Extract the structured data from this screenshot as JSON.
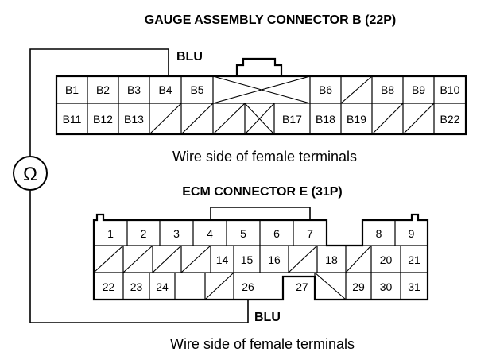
{
  "title_b": "GAUGE ASSEMBLY CONNECTOR B (22P)",
  "title_e": "ECM CONNECTOR E (31P)",
  "wire_label_top": "BLU",
  "wire_label_bottom": "BLU",
  "caption_b": "Wire side of female terminals",
  "caption_e": "Wire side of female terminals",
  "meter_symbol": "Ω",
  "connector_b": {
    "row1": [
      "B1",
      "B2",
      "B3",
      "B4",
      "B5",
      "B6",
      "B8",
      "B9",
      "B10"
    ],
    "row2": [
      "B11",
      "B12",
      "B13",
      "B17",
      "B18",
      "B19",
      "B22"
    ]
  },
  "connector_e": {
    "row1": [
      "1",
      "2",
      "3",
      "4",
      "5",
      "6",
      "7",
      "8",
      "9"
    ],
    "row2": [
      "14",
      "15",
      "16",
      "18",
      "20",
      "21"
    ],
    "row3": [
      "22",
      "23",
      "24",
      "26",
      "27",
      "29",
      "30",
      "31"
    ]
  }
}
